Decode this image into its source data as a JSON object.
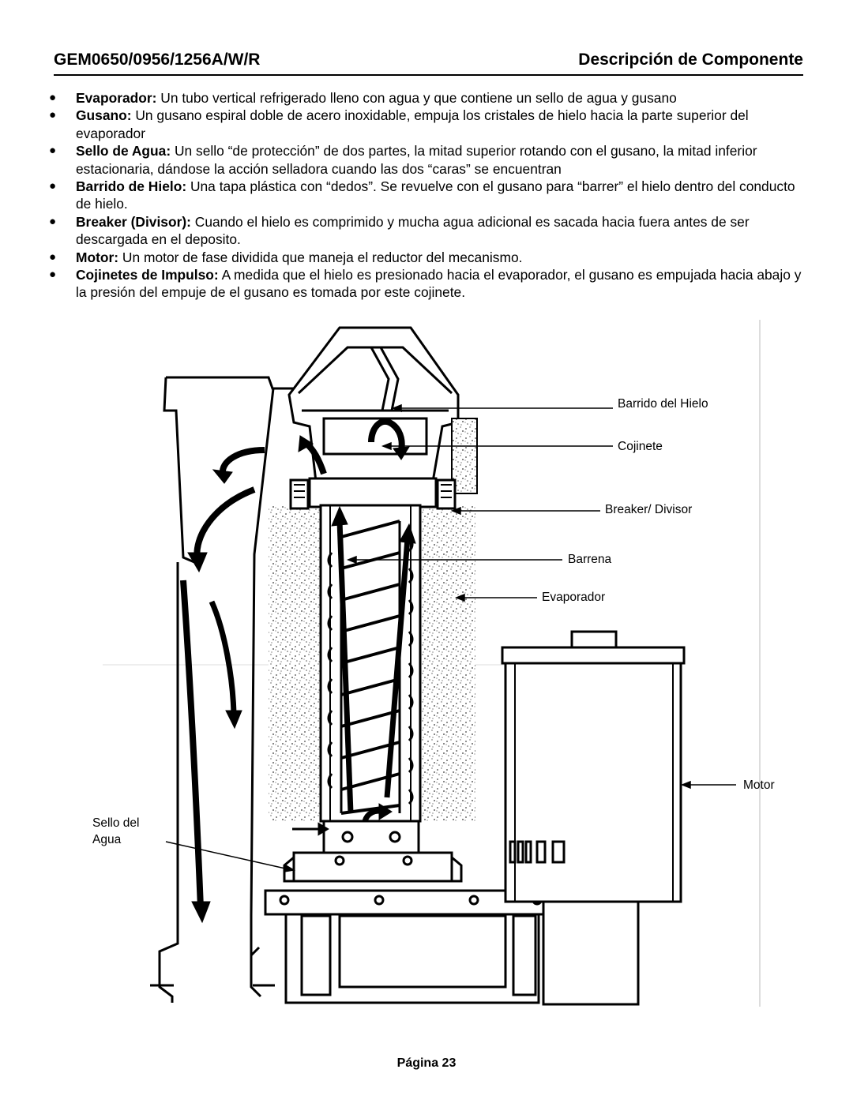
{
  "header": {
    "model": "GEM0650/0956/1256A/W/R",
    "section": "Descripción de Componente"
  },
  "components": [
    {
      "term": "Evaporador:",
      "text": " Un tubo vertical refrigerado lleno con agua y que contiene un sello de agua y gusano"
    },
    {
      "term": "Gusano:",
      "text": " Un gusano espiral doble de acero inoxidable, empuja los cristales de hielo hacia la parte superior del evaporador"
    },
    {
      "term": "Sello de Agua:",
      "text": " Un sello “de protección” de dos partes, la mitad superior rotando con el gusano, la mitad inferior estacionaria, dándose la acción selladora cuando las dos “caras” se encuentran"
    },
    {
      "term": "Barrido de Hielo:",
      "text": " Una tapa plástica con “dedos”.  Se revuelve con el gusano para “barrer” el hielo dentro del conducto de hielo."
    },
    {
      "term": "Breaker (Divisor):",
      "text": " Cuando el hielo es comprimido y mucha agua adicional es sacada hacia fuera antes de ser descargada en el deposito."
    },
    {
      "term": "Motor:",
      "text": " Un motor de fase dividida que maneja el reductor del mecanismo."
    },
    {
      "term": "Cojinetes de Impulso:",
      "text": " A medida que el hielo es presionado hacia el evaporador, el gusano es empujada hacia abajo y la presión del empuje de el gusano es tomada por este cojinete."
    }
  ],
  "bullet_symbol": "●",
  "diagram": {
    "labels": {
      "ice_sweep": "Barrido del Hielo",
      "bearing": "Cojinete",
      "breaker": "Breaker/ Divisor",
      "auger": "Barrena",
      "evaporator": "Evaporador",
      "motor": "Motor",
      "water_seal_line1": "Sello del",
      "water_seal_line2": "Agua"
    }
  },
  "footer": {
    "page": "Página 23"
  }
}
